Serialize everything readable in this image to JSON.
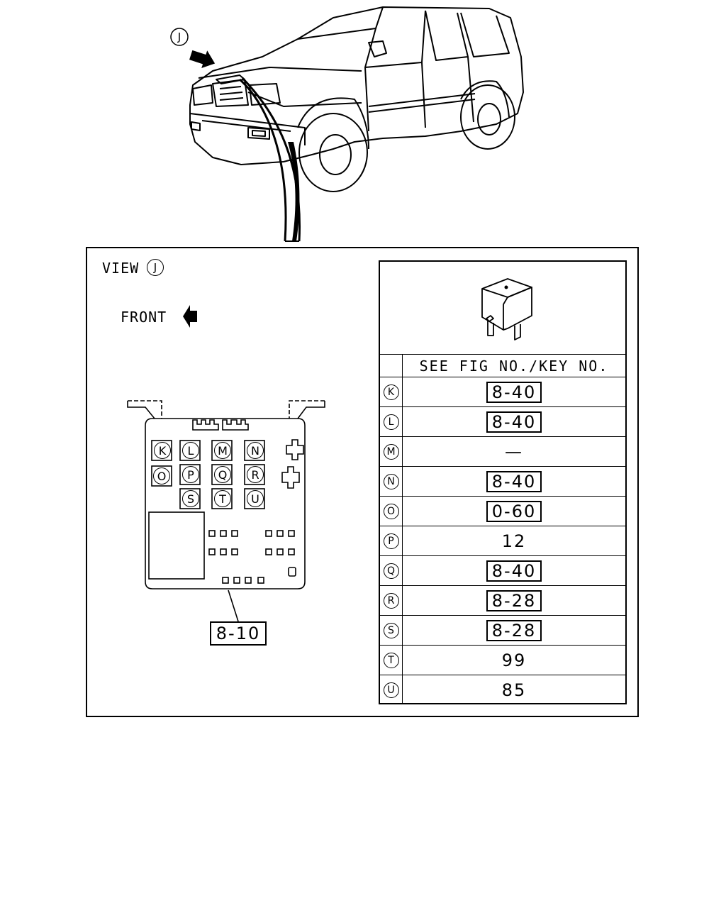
{
  "view_marker": "J",
  "panel": {
    "view_label": "VIEW",
    "view_key": "J",
    "front_label": "FRONT"
  },
  "fuse_box": {
    "relay_keys": [
      "K",
      "L",
      "M",
      "N",
      "O",
      "P",
      "Q",
      "R",
      "S",
      "T",
      "U"
    ],
    "callout": "8-10"
  },
  "table": {
    "header": "SEE FIG NO./KEY NO.",
    "rows": [
      {
        "key": "K",
        "value": "8-40",
        "boxed": true
      },
      {
        "key": "L",
        "value": "8-40",
        "boxed": true
      },
      {
        "key": "M",
        "value": "—",
        "boxed": false
      },
      {
        "key": "N",
        "value": "8-40",
        "boxed": true
      },
      {
        "key": "O",
        "value": "0-60",
        "boxed": true
      },
      {
        "key": "P",
        "value": "12",
        "boxed": false
      },
      {
        "key": "Q",
        "value": "8-40",
        "boxed": true
      },
      {
        "key": "R",
        "value": "8-28",
        "boxed": true
      },
      {
        "key": "S",
        "value": "8-28",
        "boxed": true
      },
      {
        "key": "T",
        "value": "99",
        "boxed": false
      },
      {
        "key": "U",
        "value": "85",
        "boxed": false
      }
    ]
  }
}
